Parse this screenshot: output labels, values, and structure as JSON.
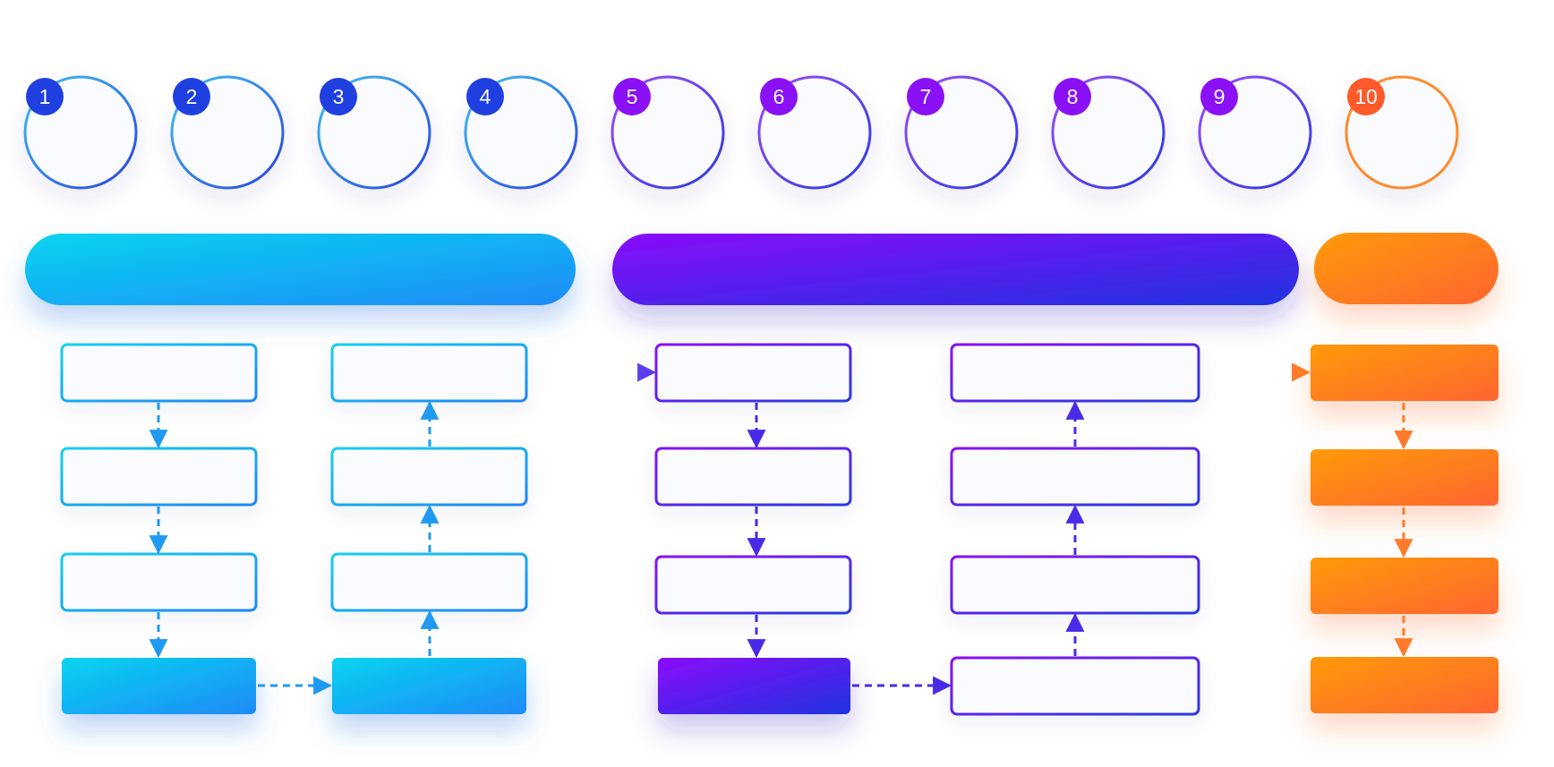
{
  "steps": [
    {
      "number": "1",
      "group": "blue"
    },
    {
      "number": "2",
      "group": "blue"
    },
    {
      "number": "3",
      "group": "blue"
    },
    {
      "number": "4",
      "group": "blue"
    },
    {
      "number": "5",
      "group": "purple"
    },
    {
      "number": "6",
      "group": "purple"
    },
    {
      "number": "7",
      "group": "purple"
    },
    {
      "number": "8",
      "group": "purple"
    },
    {
      "number": "9",
      "group": "purple"
    },
    {
      "number": "10",
      "group": "orange"
    }
  ],
  "phases": [
    {
      "name": "phase-blue",
      "colors": [
        "#06d4f0",
        "#1f8af7"
      ]
    },
    {
      "name": "phase-purple",
      "colors": [
        "#8a0cfa",
        "#1f33e0"
      ]
    },
    {
      "name": "phase-orange",
      "colors": [
        "#ff9a0a",
        "#ff6530"
      ]
    }
  ],
  "colors": {
    "badge_blue": "#1f3fe0",
    "badge_purple": "#8a10f5",
    "badge_orange": "#ff5a2a",
    "ring_blue": [
      "#3fb8f0",
      "#2a4ee0"
    ],
    "ring_purple": [
      "#9a4cf5",
      "#2a3ae0"
    ],
    "ring_orange": "#ff8a2a",
    "arrow_blue": "#1fa2ef",
    "arrow_purple": "#4a2ae6",
    "arrow_orange": "#ff7a2a"
  }
}
